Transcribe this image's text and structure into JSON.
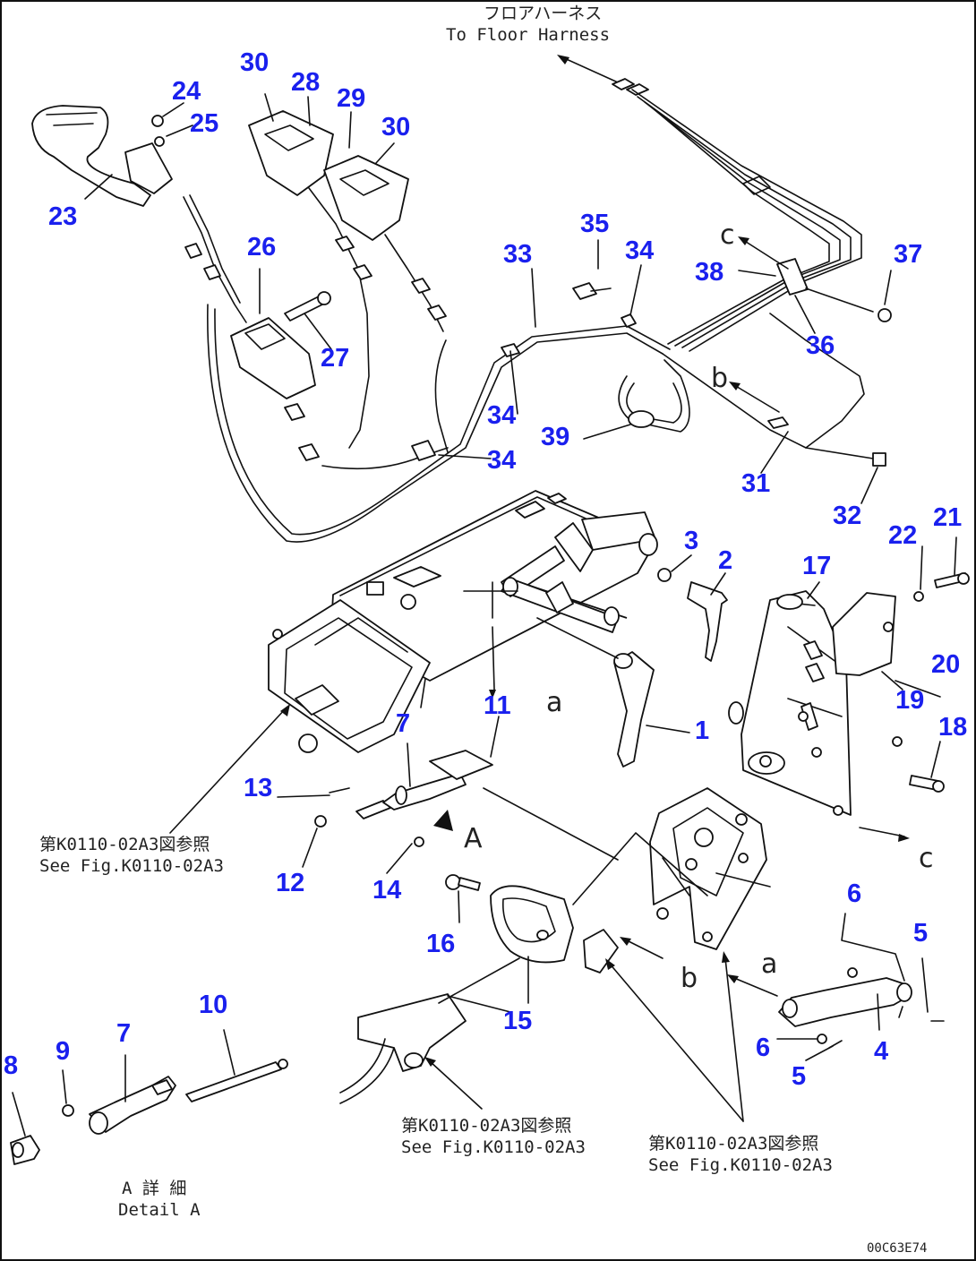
{
  "header": {
    "jp": "フロアハーネス",
    "en": "To Floor Harness"
  },
  "callouts": [
    {
      "id": "c30a",
      "text": "30"
    },
    {
      "id": "c28",
      "text": "28"
    },
    {
      "id": "c29",
      "text": "29"
    },
    {
      "id": "c30b",
      "text": "30"
    },
    {
      "id": "c24",
      "text": "24"
    },
    {
      "id": "c25",
      "text": "25"
    },
    {
      "id": "c23",
      "text": "23"
    },
    {
      "id": "c26",
      "text": "26"
    },
    {
      "id": "c27",
      "text": "27"
    },
    {
      "id": "c35",
      "text": "35"
    },
    {
      "id": "c33",
      "text": "33"
    },
    {
      "id": "c34a",
      "text": "34"
    },
    {
      "id": "c38",
      "text": "38"
    },
    {
      "id": "c37",
      "text": "37"
    },
    {
      "id": "c36",
      "text": "36"
    },
    {
      "id": "c34b",
      "text": "34"
    },
    {
      "id": "c39",
      "text": "39"
    },
    {
      "id": "c34c",
      "text": "34"
    },
    {
      "id": "c31",
      "text": "31"
    },
    {
      "id": "c32",
      "text": "32"
    },
    {
      "id": "c22",
      "text": "22"
    },
    {
      "id": "c21",
      "text": "21"
    },
    {
      "id": "c3",
      "text": "3"
    },
    {
      "id": "c2",
      "text": "2"
    },
    {
      "id": "c17",
      "text": "17"
    },
    {
      "id": "c20",
      "text": "20"
    },
    {
      "id": "c19",
      "text": "19"
    },
    {
      "id": "c18",
      "text": "18"
    },
    {
      "id": "c11",
      "text": "11"
    },
    {
      "id": "c7a",
      "text": "7"
    },
    {
      "id": "c1",
      "text": "1"
    },
    {
      "id": "c13",
      "text": "13"
    },
    {
      "id": "c12",
      "text": "12"
    },
    {
      "id": "c14",
      "text": "14"
    },
    {
      "id": "c16",
      "text": "16"
    },
    {
      "id": "c6a",
      "text": "6"
    },
    {
      "id": "c5a",
      "text": "5"
    },
    {
      "id": "c15",
      "text": "15"
    },
    {
      "id": "c6b",
      "text": "6"
    },
    {
      "id": "c4",
      "text": "4"
    },
    {
      "id": "c5b",
      "text": "5"
    },
    {
      "id": "c10",
      "text": "10"
    },
    {
      "id": "c8",
      "text": "8"
    },
    {
      "id": "c9",
      "text": "9"
    },
    {
      "id": "c7b",
      "text": "7"
    }
  ],
  "letters": {
    "c_top": "c",
    "b_mid": "b",
    "a_mid": "a",
    "A_arrow": "A",
    "c_right": "c",
    "b_low": "b",
    "a_low": "a"
  },
  "notes": {
    "left_jp": "第K0110-02A3図参照",
    "left_en": "See Fig.K0110-02A3",
    "bottom_mid_jp": "第K0110-02A3図参照",
    "bottom_mid_en": "See Fig.K0110-02A3",
    "bottom_right_jp": "第K0110-02A3図参照",
    "bottom_right_en": "See Fig.K0110-02A3",
    "detail_jp": "A 詳 細",
    "detail_en": "Detail A"
  },
  "figure_code": "00C63E74"
}
